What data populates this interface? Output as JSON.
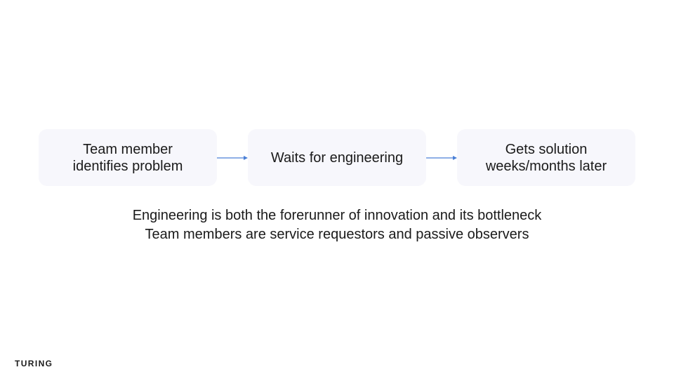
{
  "flow": {
    "steps": [
      {
        "label": "Team member\nidentifies problem"
      },
      {
        "label": "Waits for engineering"
      },
      {
        "label": "Gets solution\nweeks/months later"
      }
    ],
    "arrow_color": "#4a7fd6",
    "box_color": "#f7f7fc"
  },
  "captions": {
    "line1": "Engineering is both the forerunner of innovation and its bottleneck",
    "line2": "Team members are service requestors and passive observers"
  },
  "brand": {
    "logo_text": "TURING"
  }
}
